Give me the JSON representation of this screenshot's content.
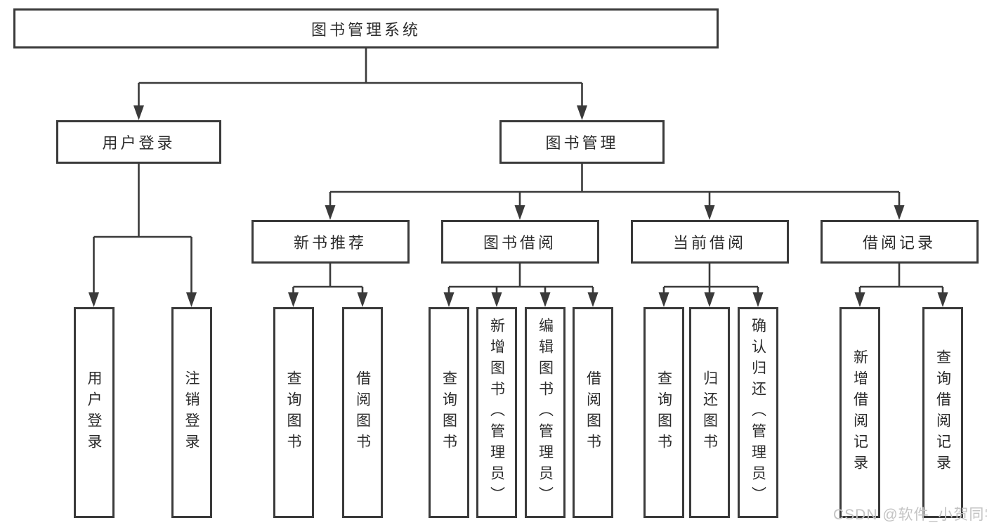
{
  "nodes": {
    "root": "图书管理系统",
    "level2": {
      "user_login": "用户登录",
      "book_mgmt": "图书管理"
    },
    "level3": {
      "new_books": "新书推荐",
      "book_borrow": "图书借阅",
      "current_borrow": "当前借阅",
      "borrow_records": "借阅记录"
    },
    "leaves": {
      "ul_login": "用户登录",
      "ul_logout": "注销登录",
      "nb_query": "查询图书",
      "nb_borrow": "借阅图书",
      "bb_query": "查询图书",
      "bb_add": "新增图书（管理员）",
      "bb_edit": "编辑图书（管理员）",
      "bb_borrow": "借阅图书",
      "cb_query": "查询图书",
      "cb_return": "归还图书",
      "cb_confirm": "确认归还（管理员）",
      "br_add": "新增借阅记录",
      "br_query": "查询借阅记录"
    }
  },
  "watermark": {
    "text": "CSDN @软件_小贺同学"
  },
  "colors": {
    "line": "#3a3a3a",
    "text": "#2c2c2c",
    "watermark": "#c3c3c3",
    "background": "#ffffff"
  }
}
